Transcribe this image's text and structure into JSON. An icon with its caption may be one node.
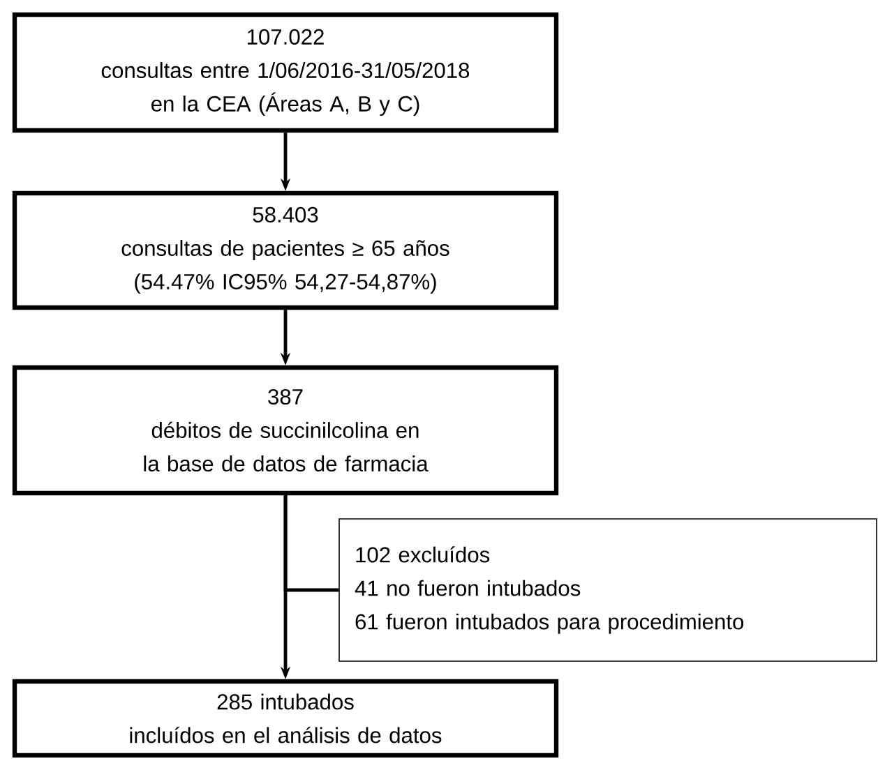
{
  "diagram": {
    "nodes": [
      {
        "text": [
          "107.022",
          "consultas entre 1/06/2016-31/05/2018 en la CEA (Áreas A, B y C)"
        ]
      },
      {
        "text": [
          "58.403",
          "consultas de pacientes ≥ 65 años (54.47% IC95% 54,27-54,87%)"
        ]
      },
      {
        "text": [
          "387",
          "débitos de succinilcolina en la base de datos de farmacia"
        ]
      },
      {
        "text": [
          "285 intubados",
          "incluídos en el análisis de datos"
        ]
      },
      {
        "text": [
          "102 excluídos",
          "41 no fueron intubados",
          "61 fueron intubados para procedimiento"
        ]
      }
    ],
    "edges": [
      {
        "from": 0,
        "to": 1,
        "arrow": "to"
      },
      {
        "from": 1,
        "to": 2,
        "arrow": "to"
      },
      {
        "from": 2,
        "to": 3,
        "arrow": "to"
      },
      {
        "from": 2,
        "to": 4,
        "arrow": "none"
      }
    ]
  }
}
